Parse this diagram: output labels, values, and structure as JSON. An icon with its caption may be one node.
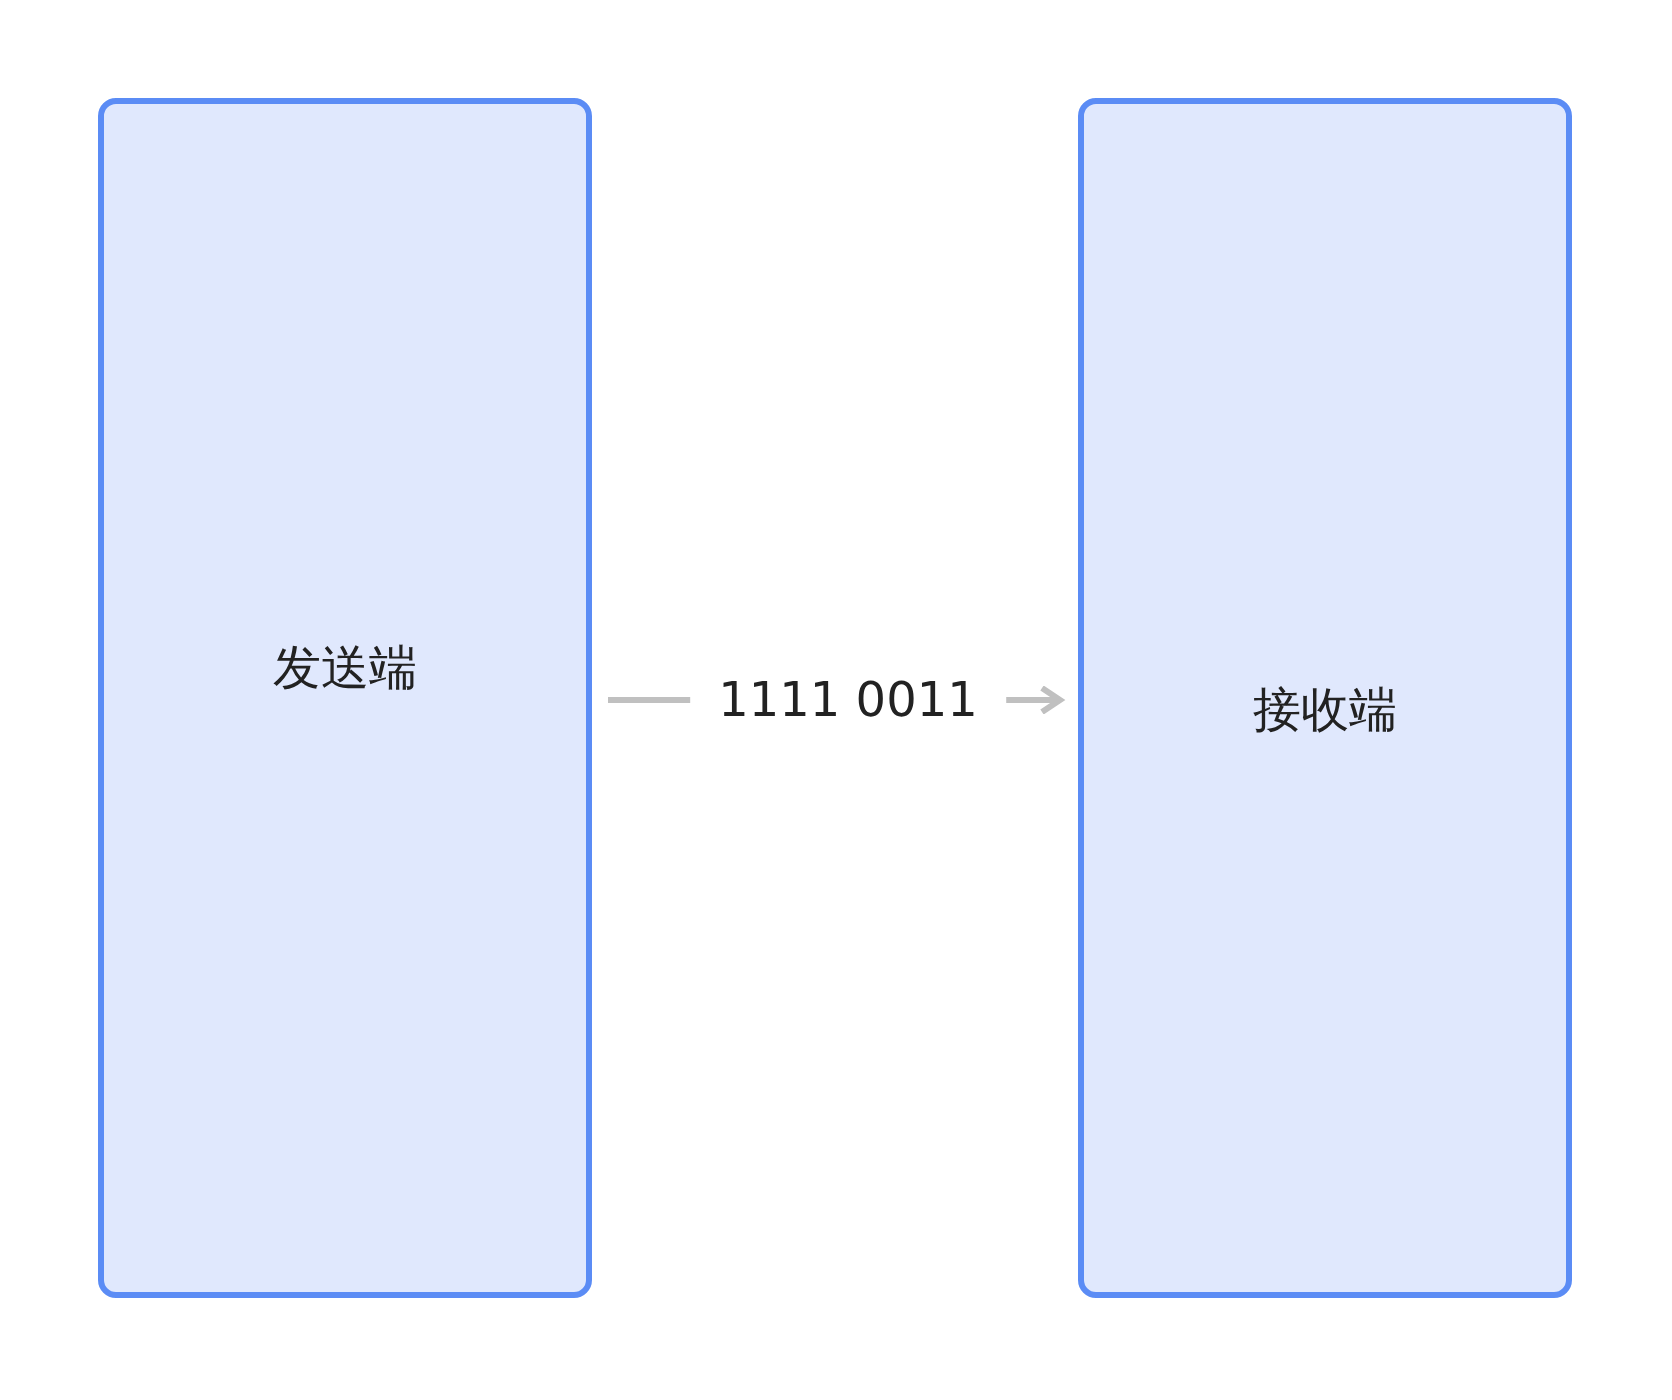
{
  "diagram": {
    "nodes": [
      {
        "text": [
          "发送端"
        ]
      },
      {
        "text": [
          "接收端"
        ]
      }
    ],
    "edges": [
      {
        "from": 0,
        "to": 1,
        "arrow": "to",
        "label": "1111 0011"
      }
    ]
  }
}
